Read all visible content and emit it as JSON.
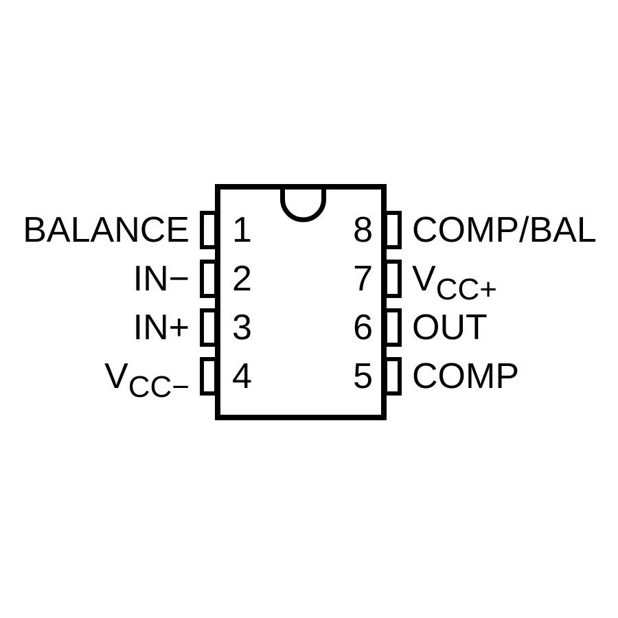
{
  "diagram": {
    "type": "ic-pinout",
    "package": "8-pin dual-in-line, top view",
    "colors": {
      "ink": "#000000",
      "background": "#ffffff"
    },
    "rows": [
      {
        "left_number": "1",
        "left_label": "BALANCE",
        "left_sub": "",
        "right_number": "8",
        "right_label": "COMP/BAL",
        "right_sub": ""
      },
      {
        "left_number": "2",
        "left_label": "IN−",
        "left_sub": "",
        "right_number": "7",
        "right_label": "V",
        "right_sub": "CC+"
      },
      {
        "left_number": "3",
        "left_label": "IN+",
        "left_sub": "",
        "right_number": "6",
        "right_label": "OUT",
        "right_sub": ""
      },
      {
        "left_number": "4",
        "left_label": "V",
        "left_sub": "CC−",
        "right_number": "5",
        "right_label": "COMP",
        "right_sub": ""
      }
    ]
  }
}
